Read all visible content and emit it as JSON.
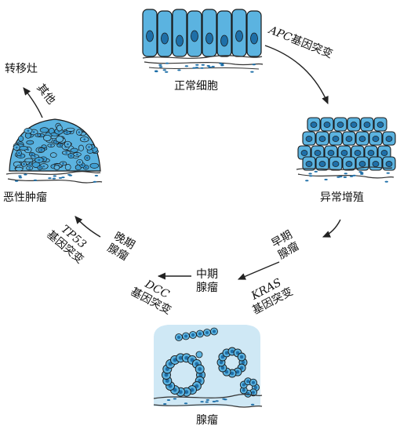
{
  "stages": {
    "normal": "正常细胞",
    "hyperplasia": "异常增殖",
    "early_adenoma_line1": "早期",
    "early_adenoma_line2": "腺瘤",
    "middle_adenoma_line1": "中期",
    "middle_adenoma_line2": "腺瘤",
    "adenoma": "腺瘤",
    "late_adenoma_line1": "晚期",
    "late_adenoma_line2": "腺瘤",
    "carcinoma": "恶性肿瘤",
    "metastasis": "转移灶"
  },
  "mutations": {
    "apc_gene": "APC",
    "apc_suffix": "基因突变",
    "kras_gene": "KRAS",
    "kras_suffix": "基因突变",
    "dcc_gene": "DCC",
    "dcc_suffix": "基因突变",
    "tp53_gene": "TP53",
    "tp53_suffix": "基因突变",
    "other": "其他"
  },
  "colors": {
    "cell_fill": "#5bb3e0",
    "nucleus": "#1e6fa8",
    "outline": "#1a1a1a",
    "tissue_bg": "#cfe8f5",
    "arrow": "#222222"
  }
}
